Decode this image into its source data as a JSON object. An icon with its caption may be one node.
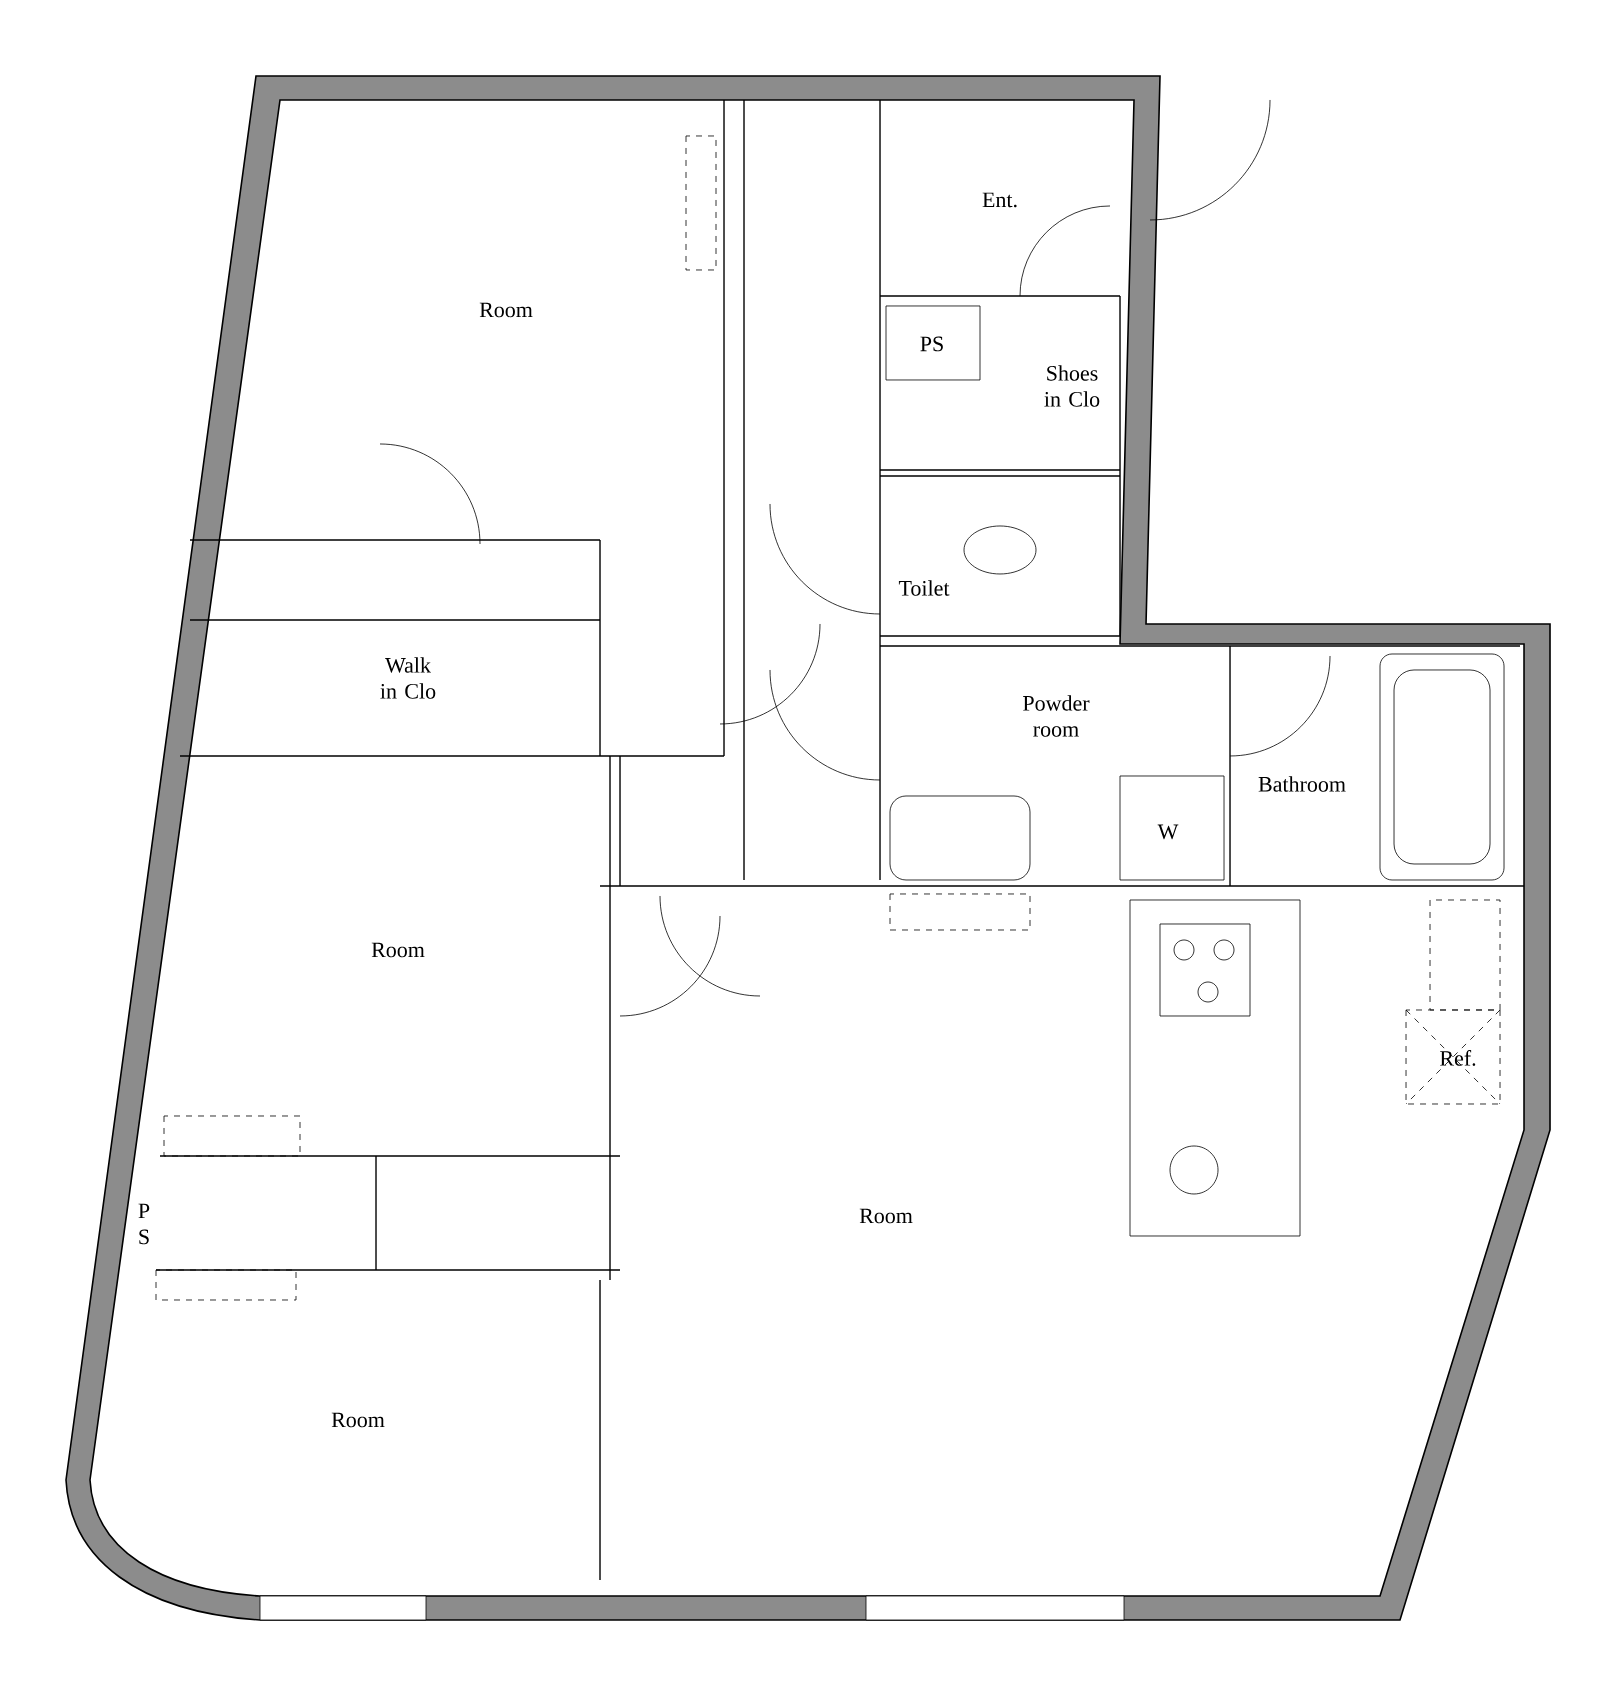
{
  "diagram": {
    "labels": [
      "Room",
      "Ent.",
      "PS",
      "Shoes in Clo",
      "Toilet",
      "Walk in Clo",
      "Powder room",
      "Bathroom",
      "W",
      "Room",
      "Ref.",
      "P S",
      "Room",
      "Room"
    ]
  }
}
